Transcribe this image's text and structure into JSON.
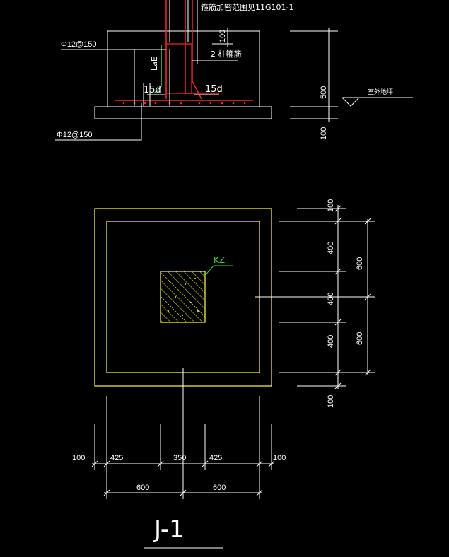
{
  "section": {
    "note_top": "箍筋加密范围见11G101-1",
    "dim_100": "100",
    "label_2_bars": "2 柱箍筋",
    "label_15d_left": "15d",
    "label_15d_right": "15d",
    "label_lae": "LaE",
    "rebar_top": "Φ12@150",
    "rebar_bottom": "Φ12@150",
    "dim_500": "500",
    "dim_100_bottom": "100",
    "ground_label": "室外地坪"
  },
  "plan": {
    "column_label": "KZ",
    "right_dims": [
      "100",
      "400",
      "400",
      "400",
      "100"
    ],
    "right_totals": [
      "600",
      "600"
    ],
    "bottom_dims": [
      "100",
      "425",
      "350",
      "425",
      "100"
    ],
    "bottom_totals": [
      "600",
      "600"
    ]
  },
  "title": "J-1",
  "colors": {
    "background": "#000000",
    "dimension": "#ffffff",
    "outline": "#ffff33",
    "rebar": "#ff2222",
    "anchorage": "#33dd33"
  }
}
